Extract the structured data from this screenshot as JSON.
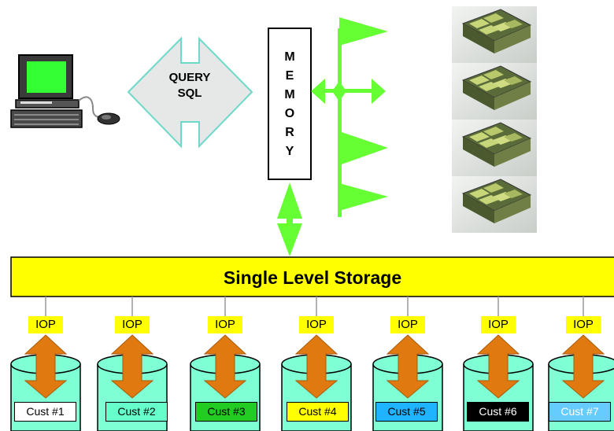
{
  "query": {
    "line1": "QUERY",
    "line2": "SQL"
  },
  "memory": {
    "letters": [
      "M",
      "E",
      "M",
      "O",
      "R",
      "Y"
    ]
  },
  "storage": {
    "label": "Single Level Storage"
  },
  "iop": {
    "label": "IOP",
    "count": 7
  },
  "customers": [
    {
      "label": "Cust #1",
      "bg": "#ffffff",
      "fg": "#000000"
    },
    {
      "label": "Cust #2",
      "bg": "#66ffcc",
      "fg": "#000000"
    },
    {
      "label": "Cust #3",
      "bg": "#22cc22",
      "fg": "#000000"
    },
    {
      "label": "Cust #4",
      "bg": "#ffff00",
      "fg": "#000000"
    },
    {
      "label": "Cust #5",
      "bg": "#1eb4ff",
      "fg": "#000000"
    },
    {
      "label": "Cust #6",
      "bg": "#000000",
      "fg": "#ffffff"
    },
    {
      "label": "Cust #7",
      "bg": "#66ccff",
      "fg": "#ffffff"
    }
  ],
  "colors": {
    "bus_green": "#66ff33",
    "storage_yellow": "#ffff00",
    "disk_fill": "#7fffd4",
    "io_arrow": "#e07a10",
    "query_arrow_fill": "#e6e8e8",
    "query_arrow_stroke": "#6fd9c9"
  },
  "icons": {
    "computer": "desktop-computer-icon",
    "processors": "processor-chip-icon"
  }
}
